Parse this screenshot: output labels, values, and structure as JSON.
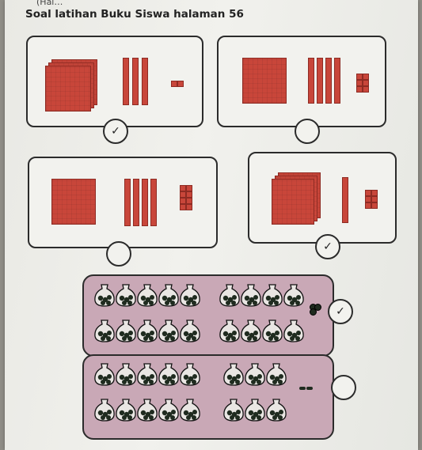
{
  "page": {
    "top_cut_text": "(Hal…",
    "title": "Soal latihan Buku Siswa halaman 56",
    "check_mark": "✓"
  },
  "exercises": [
    {
      "hundreds": 3,
      "tens": 3,
      "ones": 2,
      "answer_marked": true
    },
    {
      "hundreds": 1,
      "tens": 4,
      "ones": 6,
      "answer_marked": false
    },
    {
      "hundreds": 1,
      "tens": 4,
      "ones": 8,
      "answer_marked": false
    },
    {
      "hundreds": 3,
      "tens": 1,
      "ones": 6,
      "answer_marked": true
    }
  ],
  "ball_rows": [
    {
      "bags_of_ten": 18,
      "loose": 3,
      "answer_marked": true
    },
    {
      "bags_of_ten": 16,
      "loose": 2,
      "answer_marked": false
    }
  ]
}
